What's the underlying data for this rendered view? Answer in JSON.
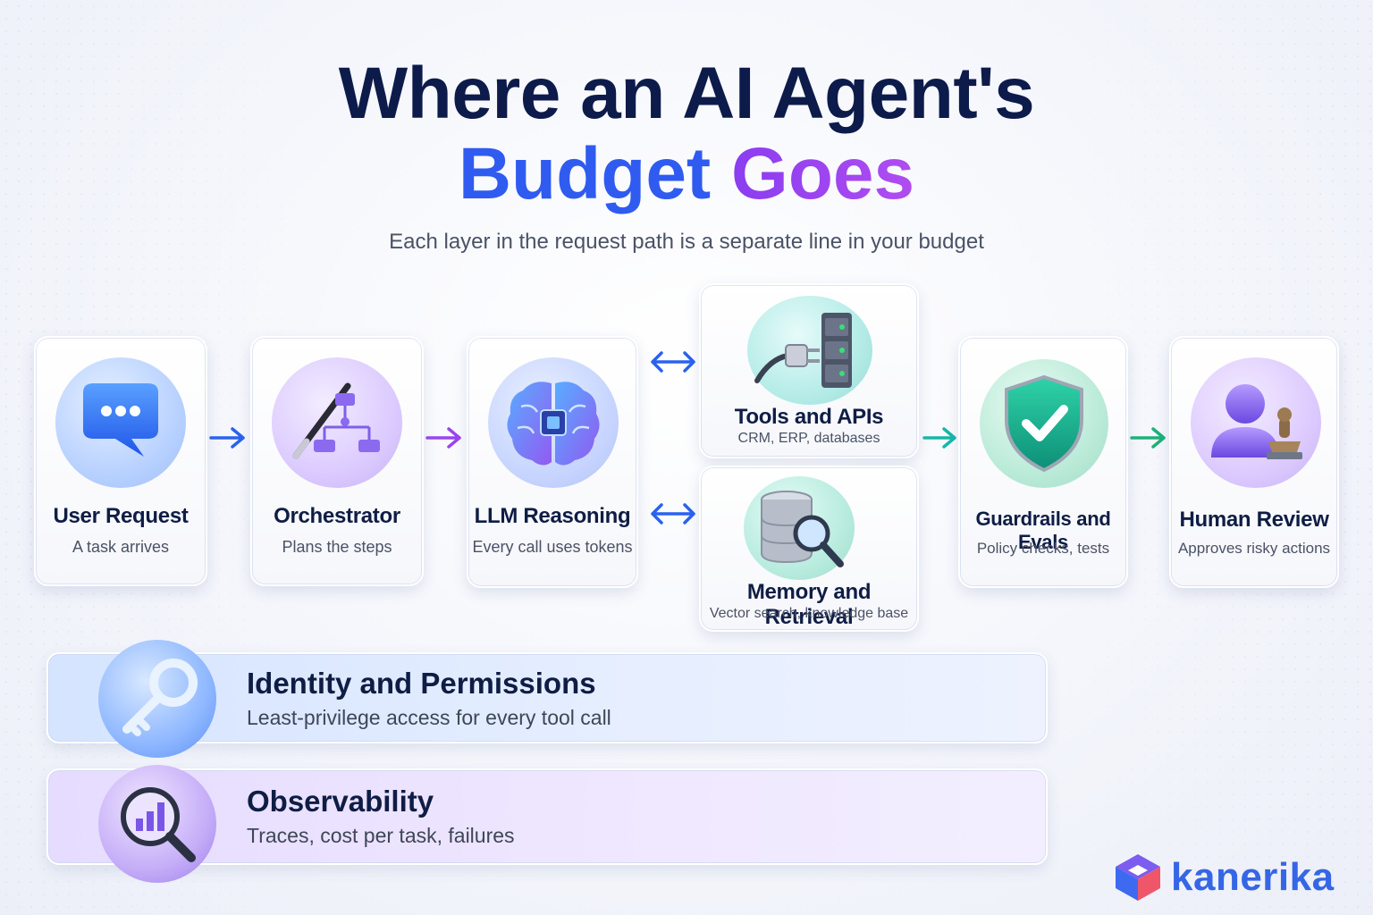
{
  "title": {
    "line1": "Where an AI Agent's",
    "line2_part1": "Budget",
    "line2_part2": "Goes"
  },
  "subtitle": "Each layer in the request path is a separate line in your budget",
  "pipeline": [
    {
      "id": "user-request",
      "title": "User Request",
      "subtitle": "A task arrives",
      "icon": "chat-bubble-icon"
    },
    {
      "id": "orchestrator",
      "title": "Orchestrator",
      "subtitle": "Plans the steps",
      "icon": "wand-flowchart-icon"
    },
    {
      "id": "llm-reasoning",
      "title": "LLM Reasoning",
      "subtitle": "Every call uses tokens",
      "icon": "brain-chip-icon"
    },
    {
      "id": "tools-apis",
      "title": "Tools and APIs",
      "subtitle": "CRM, ERP, databases",
      "icon": "plug-server-icon"
    },
    {
      "id": "memory-retrieval",
      "title": "Memory and Retrieval",
      "subtitle": "Vector search, knowledge base",
      "icon": "database-search-icon"
    },
    {
      "id": "guardrails-evals",
      "title": "Guardrails and Evals",
      "subtitle": "Policy checks, tests",
      "icon": "shield-check-icon"
    },
    {
      "id": "human-review",
      "title": "Human Review",
      "subtitle": "Approves risky actions",
      "icon": "user-stamp-icon"
    }
  ],
  "bands": [
    {
      "id": "identity",
      "title": "Identity and Permissions",
      "subtitle": "Least-privilege access for every tool call",
      "icon": "key-icon"
    },
    {
      "id": "observability",
      "title": "Observability",
      "subtitle": "Traces, cost per task, failures",
      "icon": "magnifier-chart-icon"
    }
  ],
  "brand": {
    "name": "kanerika",
    "icon": "cube-logo-icon"
  },
  "colors": {
    "navy": "#0d1b4b",
    "blue": "#2f5bf0",
    "purple": "#9a45f0",
    "teal": "#17b8a6",
    "green": "#1fb07a"
  }
}
